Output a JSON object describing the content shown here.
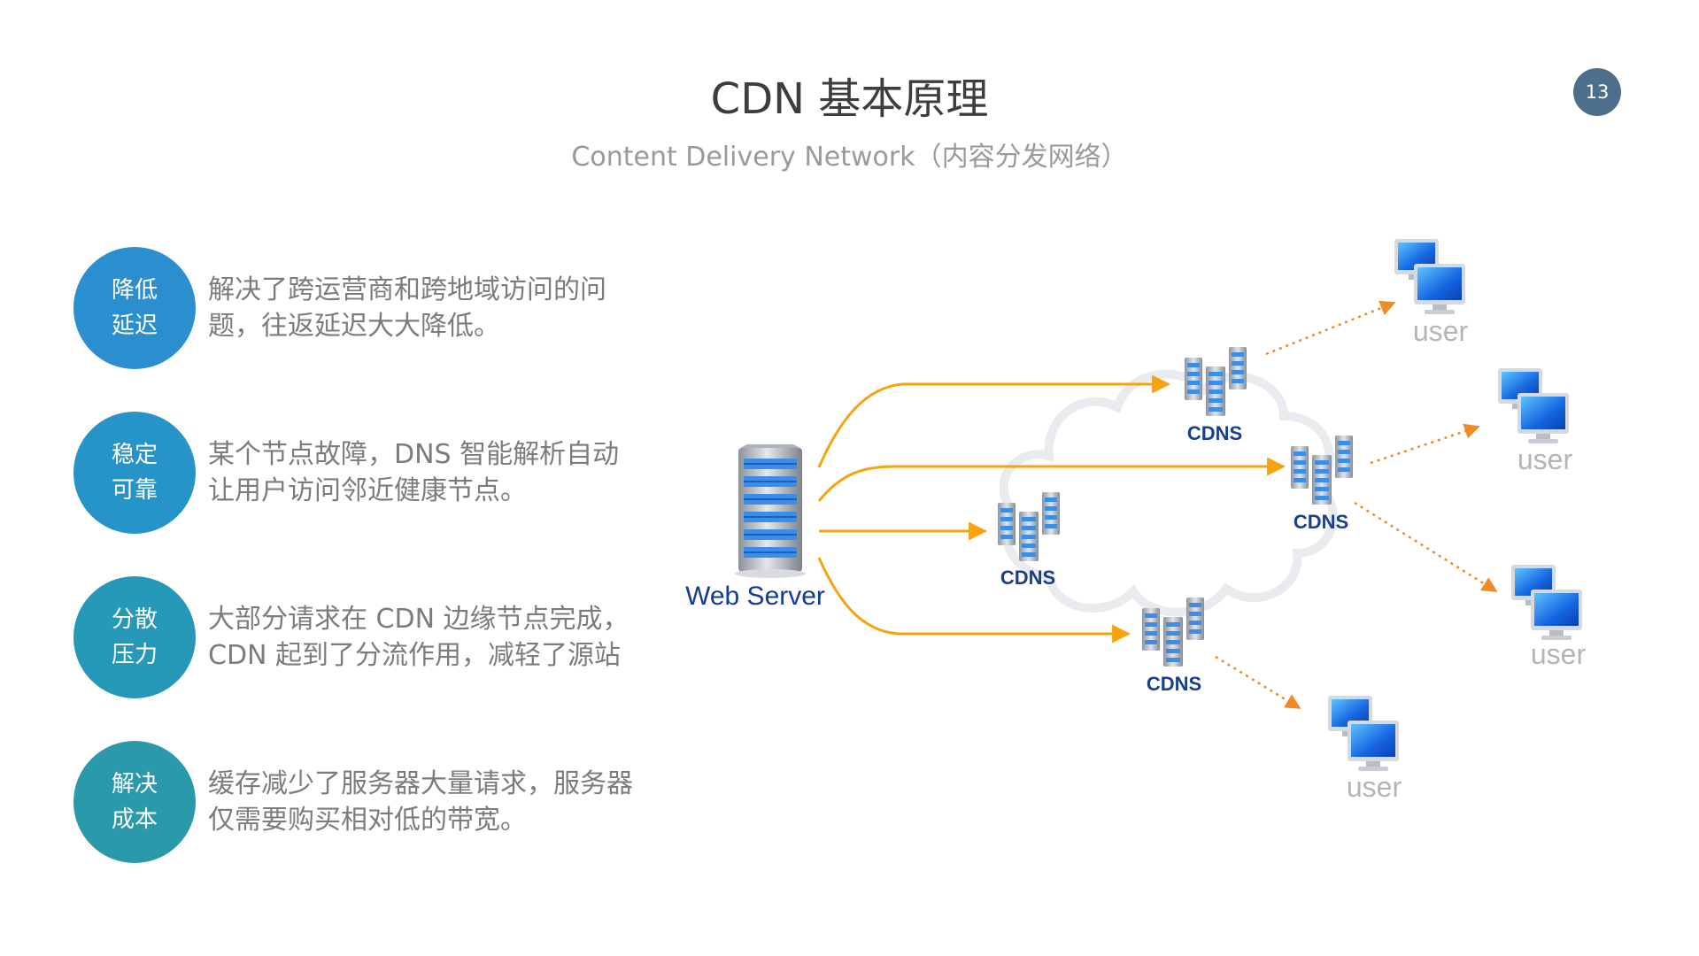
{
  "header": {
    "title": "CDN 基本原理",
    "subtitle": "Content Delivery Network（内容分发网络）",
    "page_number": "13"
  },
  "points": [
    {
      "badge_lines": [
        "降低",
        "延迟"
      ],
      "description_lines": [
        "解决了跨运营商和跨地域访问的问",
        "题，往返延迟大大降低。"
      ],
      "color": "#2b8fcf"
    },
    {
      "badge_lines": [
        "稳定",
        "可靠"
      ],
      "description_lines": [
        "某个节点故障，DNS 智能解析自动",
        "让用户访问邻近健康节点。"
      ],
      "color": "#2794c9"
    },
    {
      "badge_lines": [
        "分散",
        "压力"
      ],
      "description_lines": [
        "大部分请求在 CDN 边缘节点完成，",
        "CDN 起到了分流作用，减轻了源站"
      ],
      "color": "#2699b8"
    },
    {
      "badge_lines": [
        "解决",
        "成本"
      ],
      "description_lines": [
        "缓存减少了服务器大量请求，服务器",
        "仅需要购买相对低的带宽。"
      ],
      "color": "#2a9aab"
    }
  ],
  "diagram": {
    "server_label": "Web Server",
    "cdn_labels": [
      "CDNS",
      "CDNS",
      "CDNS",
      "CDNS"
    ],
    "user_labels": [
      "user",
      "user",
      "user",
      "user"
    ],
    "colors": {
      "origin_arrow": "#f5a40f",
      "edge_arrow": "#f08a24",
      "server_text": "#123a9a",
      "user_text": "#b5b5b5"
    }
  }
}
